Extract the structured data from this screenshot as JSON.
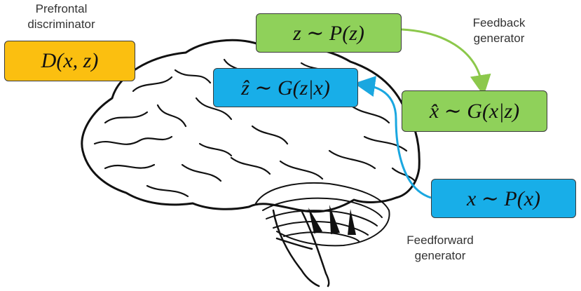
{
  "labels": {
    "prefrontal_line1": "Prefrontal",
    "prefrontal_line2": "discriminator",
    "feedback_line1": "Feedback",
    "feedback_line2": "generator",
    "feedforward_line1": "Feedforward",
    "feedforward_line2": "generator"
  },
  "boxes": {
    "discriminator": "D(x, z)",
    "prior_z": "z ∼ P(z)",
    "encoder": "ẑ ∼ G(z|x)",
    "decoder": "x̂ ∼ G(x|z)",
    "data_x": "x ∼ P(x)"
  },
  "colors": {
    "discriminator": "#fbbf10",
    "feedback": "#8fd15a",
    "feedforward": "#18aee8",
    "green_arrow": "#8cc84b",
    "blue_arrow": "#1aa7e0"
  }
}
